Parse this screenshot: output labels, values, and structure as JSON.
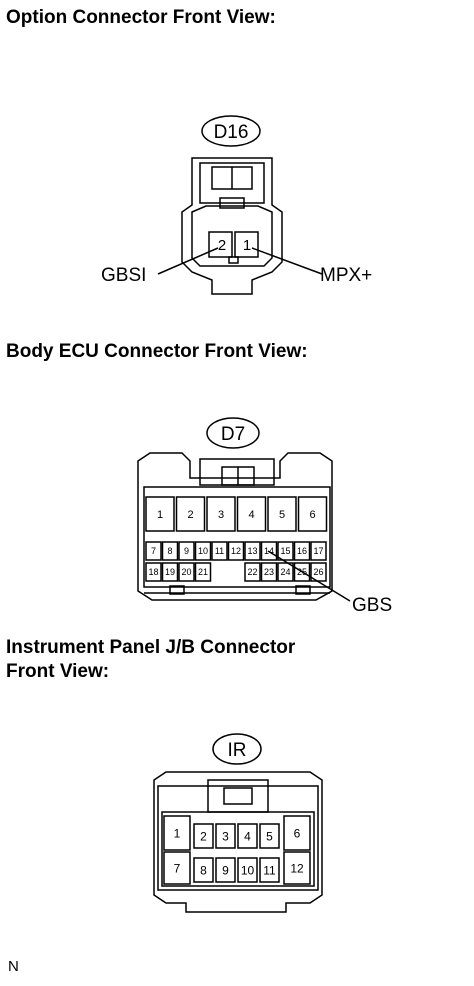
{
  "sections": [
    {
      "title": "Option Connector Front View:"
    },
    {
      "title": "Body ECU Connector Front View:"
    },
    {
      "title_line1": "Instrument Panel J/B Connector",
      "title_line2": "Front View:"
    }
  ],
  "connectors": {
    "d16": {
      "code": "D16",
      "pins": [
        "2",
        "1"
      ],
      "labels": {
        "left": "GBSI",
        "right": "MPX+"
      }
    },
    "d7": {
      "code": "D7",
      "row1": [
        "1",
        "2",
        "3",
        "4",
        "5",
        "6"
      ],
      "row2": [
        "7",
        "8",
        "9",
        "10",
        "11",
        "12",
        "13",
        "14",
        "15",
        "16",
        "17"
      ],
      "row3_left": [
        "18",
        "19",
        "20",
        "21"
      ],
      "row3_right": [
        "22",
        "23",
        "24",
        "25",
        "26"
      ],
      "label": "GBS"
    },
    "ir": {
      "code": "IR",
      "top": [
        "1",
        "2",
        "3",
        "4",
        "5",
        "6"
      ],
      "bottom": [
        "7",
        "8",
        "9",
        "10",
        "11",
        "12"
      ]
    }
  },
  "footer": "N"
}
